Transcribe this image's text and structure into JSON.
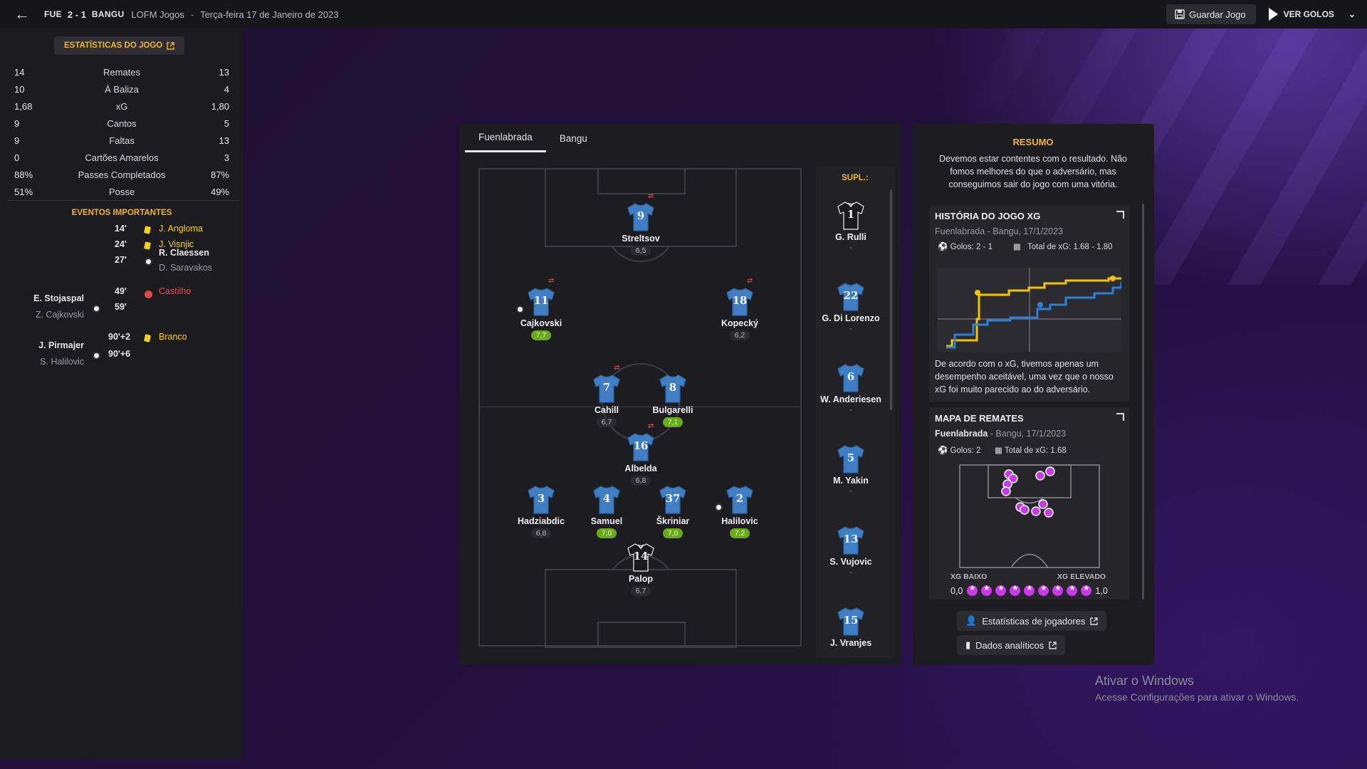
{
  "topbar": {
    "home_team": "FUE",
    "score": "2 - 1",
    "away_team": "BANGU",
    "competition": "LOFM Jogos",
    "separator": "-",
    "date": "Terça-feira 17 de Janeiro de 2023",
    "save_label": "Guardar Jogo",
    "goals_label": "VER GOLOS"
  },
  "stats": {
    "title": "ESTATÍSTICAS DO JOGO",
    "rows": [
      {
        "home": "14",
        "label": "Remates",
        "away": "13"
      },
      {
        "home": "10",
        "label": "À Baliza",
        "away": "4"
      },
      {
        "home": "1,68",
        "label": "xG",
        "away": "1,80"
      },
      {
        "home": "9",
        "label": "Cantos",
        "away": "5"
      },
      {
        "home": "9",
        "label": "Faltas",
        "away": "13"
      },
      {
        "home": "0",
        "label": "Cartões Amarelos",
        "away": "3"
      },
      {
        "home": "88%",
        "label": "Passes Completados",
        "away": "87%"
      },
      {
        "home": "51%",
        "label": "Posse",
        "away": "49%"
      }
    ]
  },
  "events": {
    "title": "EVENTOS IMPORTANTES",
    "list": [
      {
        "minute": "14'",
        "type": "yellow",
        "side": "away",
        "player": "J. Angloma",
        "assist": ""
      },
      {
        "minute": "24'",
        "type": "yellow",
        "side": "away",
        "player": "J. Visnjic",
        "assist": ""
      },
      {
        "minute": "27'",
        "type": "goal",
        "side": "away",
        "player": "R. Claessen",
        "assist": "D. Saravakos"
      },
      {
        "minute": "49'",
        "type": "red",
        "side": "away",
        "player": "Castilho",
        "assist": ""
      },
      {
        "minute": "59'",
        "type": "goal",
        "side": "home",
        "player": "E. Stojaspal",
        "assist": "Z. Cajkovski"
      },
      {
        "minute": "90'+2",
        "type": "yellow",
        "side": "away",
        "player": "Branco",
        "assist": ""
      },
      {
        "minute": "90'+6",
        "type": "goal",
        "side": "home",
        "player": "J. Pirmajer",
        "assist": "S. Halilovic"
      }
    ]
  },
  "lineup": {
    "tabs": [
      "Fuenlabrada",
      "Bangu"
    ],
    "players": [
      {
        "num": "9",
        "name": "Streltsov",
        "rating": "6,5",
        "good": false,
        "sub": true,
        "goal": false
      },
      {
        "num": "11",
        "name": "Cajkovski",
        "rating": "7,7",
        "good": true,
        "sub": true,
        "goal": true
      },
      {
        "num": "18",
        "name": "Kopecký",
        "rating": "6,2",
        "good": false,
        "sub": true,
        "goal": false
      },
      {
        "num": "7",
        "name": "Cahill",
        "rating": "6,7",
        "good": false,
        "sub": true,
        "goal": false
      },
      {
        "num": "8",
        "name": "Bulgarelli",
        "rating": "7,1",
        "good": true,
        "sub": false,
        "goal": false
      },
      {
        "num": "16",
        "name": "Albelda",
        "rating": "6,8",
        "good": false,
        "sub": true,
        "goal": false
      },
      {
        "num": "3",
        "name": "Hadziabdic",
        "rating": "6,8",
        "good": false,
        "sub": false,
        "goal": false
      },
      {
        "num": "4",
        "name": "Samuel",
        "rating": "7,0",
        "good": true,
        "sub": false,
        "goal": false
      },
      {
        "num": "37",
        "name": "Škriniar",
        "rating": "7,0",
        "good": true,
        "sub": false,
        "goal": false
      },
      {
        "num": "2",
        "name": "Halilovic",
        "rating": "7,2",
        "good": true,
        "sub": false,
        "goal": true
      },
      {
        "num": "14",
        "name": "Palop",
        "rating": "6,7",
        "good": false,
        "sub": false,
        "goal": false,
        "gk": true
      }
    ],
    "subs_title": "SUPL.:",
    "subs": [
      {
        "num": "1",
        "name": "G. Rulli",
        "rating": "-",
        "gk": true
      },
      {
        "num": "22",
        "name": "G. Di Lorenzo",
        "rating": "-"
      },
      {
        "num": "6",
        "name": "W. Anderiesen",
        "rating": "-"
      },
      {
        "num": "5",
        "name": "M. Yakin",
        "rating": "-"
      },
      {
        "num": "13",
        "name": "S. Vujovic",
        "rating": "-"
      },
      {
        "num": "15",
        "name": "J. Vranjes",
        "rating": ""
      }
    ]
  },
  "summary": {
    "title": "RESUMO",
    "text": "Devemos estar contentes com o resultado. Não fomos melhores do que o adversário, mas conseguimos sair do jogo com uma vitória.",
    "xg_card": {
      "title": "HISTÓRIA DO JOGO XG",
      "subtitle": "Fuenlabrada - Bangu, 17/1/2023",
      "goals": "Golos: 2 - 1",
      "xg_total": "Total de xG: 1.68 - 1.80",
      "text": "De acordo com o xG, tivemos apenas um desempenho aceitável, uma vez que o nosso xG foi muito parecido ao do adversário."
    },
    "shots_card": {
      "title": "MAPA DE REMATES",
      "team": "Fuenlabrada",
      "subtitle": " - Bangu, 17/1/2023",
      "goals": "Golos: 2",
      "xg_total": "Total de xG: 1.68",
      "low": "XG BAIXO",
      "high": "XG ELEVADO",
      "min": "0,0",
      "max": "1,0"
    },
    "btn_players": "Estatísticas de jogadores",
    "btn_analytics": "Dados analíticos"
  },
  "colors": {
    "accent": "#f0b429",
    "home_line": "#f2c500",
    "away_line": "#2e7fd6",
    "rating_good": "#6aaa1a",
    "shot": "#c83ae8"
  },
  "watermark": {
    "line1": "Ativar o Windows",
    "line2": "Acesse Configurações para ativar o Windows."
  }
}
